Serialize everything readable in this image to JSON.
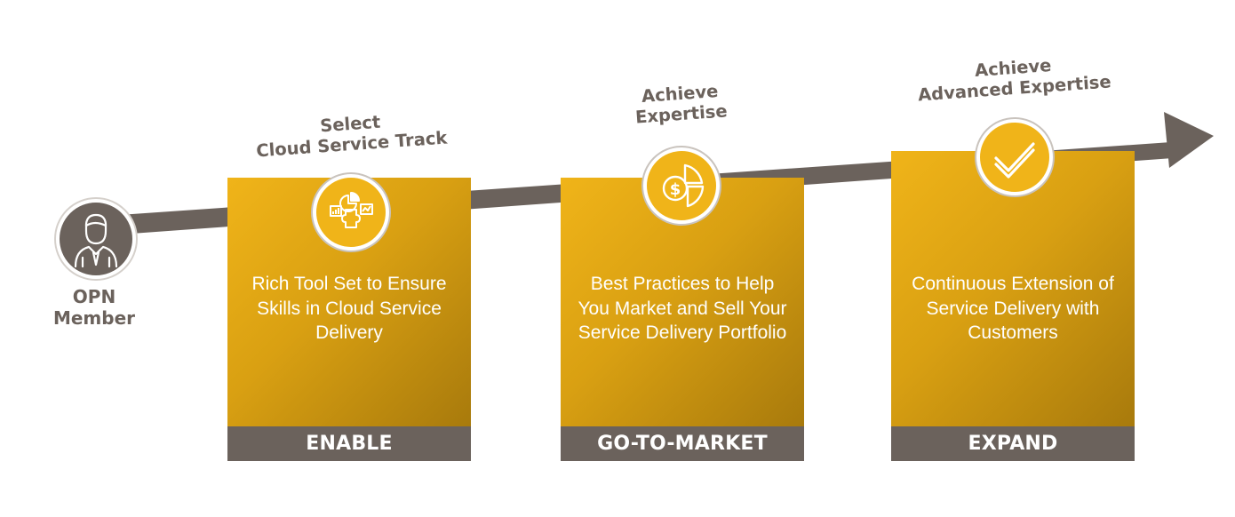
{
  "start": {
    "icon": "person-icon",
    "label_line1": "OPN",
    "label_line2": "Member"
  },
  "steps": [
    {
      "milestone_line1": "Select",
      "milestone_line2": "Cloud Service Track",
      "icon": "cloud-tools-icon",
      "description": "Rich Tool Set to Ensure Skills in Cloud Service Delivery",
      "phase": "ENABLE"
    },
    {
      "milestone_line1": "Achieve",
      "milestone_line2": "Expertise",
      "icon": "dollar-pie-chart-icon",
      "description": "Best Practices to Help You Market and Sell Your Service Delivery Portfolio",
      "phase": "GO-TO-MARKET"
    },
    {
      "milestone_line1": "Achieve",
      "milestone_line2": "Advanced Expertise",
      "icon": "checkmark-icon",
      "description": "Continuous Extension of Service Delivery with Customers",
      "phase": "EXPAND"
    }
  ],
  "colors": {
    "arrow": "#6b625c",
    "card_gold": "#f0b419",
    "phase_bar": "#6b625c",
    "text_white": "#ffffff"
  }
}
